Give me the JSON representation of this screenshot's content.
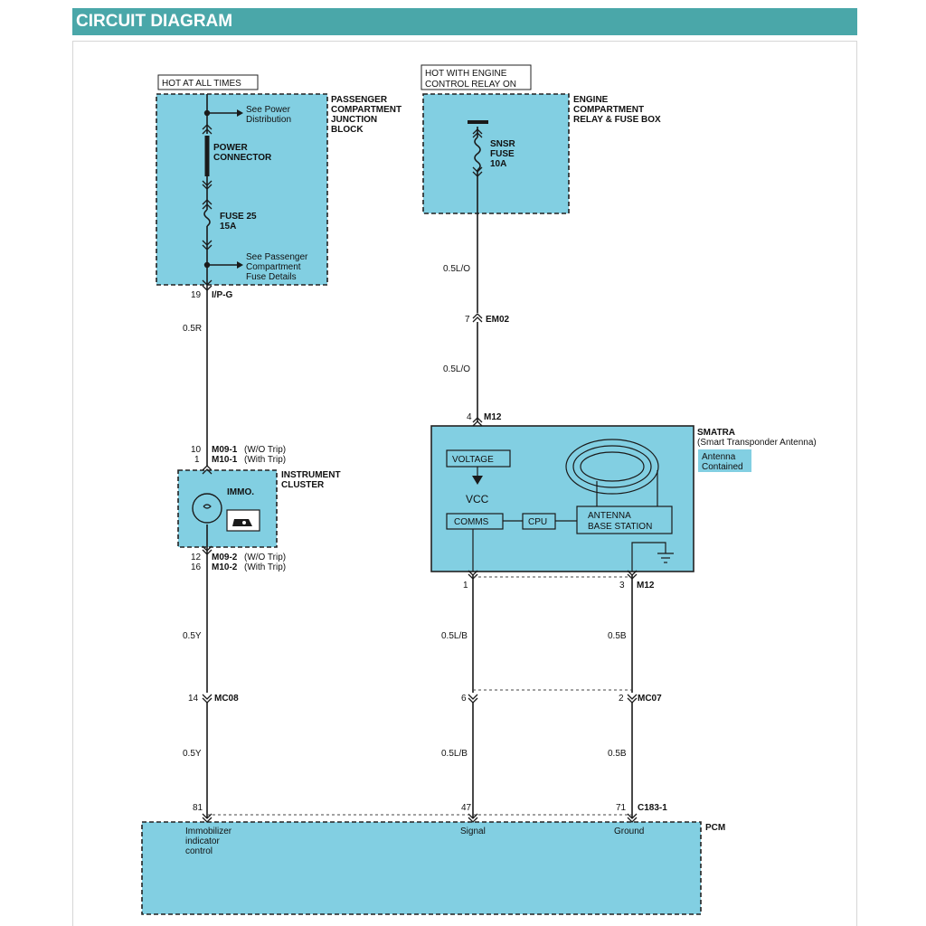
{
  "header": {
    "title": "CIRCUIT DIAGRAM"
  },
  "power": {
    "hot_at_all_times": "HOT AT ALL TIMES",
    "hot_engine_1": "HOT WITH ENGINE",
    "hot_engine_2": "CONTROL RELAY ON"
  },
  "pcjb": {
    "title": [
      "PASSENGER",
      "COMPARTMENT",
      "JUNCTION",
      "BLOCK"
    ],
    "see_power": [
      "See Power",
      "Distribution"
    ],
    "power_connector": [
      "POWER",
      "CONNECTOR"
    ],
    "fuse": [
      "FUSE 25",
      "15A"
    ],
    "see_fuse": [
      "See Passenger",
      "Compartment",
      "Fuse Details"
    ]
  },
  "ecrfb": {
    "title": [
      "ENGINE",
      "COMPARTMENT",
      "RELAY & FUSE BOX"
    ],
    "fuse": [
      "SNSR",
      "FUSE",
      "10A"
    ]
  },
  "connectors": {
    "ipg_pin": "19",
    "ipg": "I/P-G",
    "em02_pin": "7",
    "em02": "EM02",
    "m12_top_pin": "4",
    "m12_top": "M12",
    "m09_1_pin": "10",
    "m09_1": "M09-1",
    "m09_1_note": "(W/O Trip)",
    "m10_1_pin": "1",
    "m10_1": "M10-1",
    "m10_1_note": "(With Trip)",
    "m09_2_pin": "12",
    "m09_2": "M09-2",
    "m09_2_note": "(W/O Trip)",
    "m10_2_pin": "16",
    "m10_2": "M10-2",
    "m10_2_note": "(With Trip)",
    "m12_bot_pin1": "1",
    "m12_bot_pin3": "3",
    "m12_bot": "M12",
    "mc08_pin": "14",
    "mc08": "MC08",
    "mc07_pin6": "6",
    "mc07_pin2": "2",
    "mc07": "MC07",
    "c183_pin81": "81",
    "c183_pin47": "47",
    "c183_pin71": "71",
    "c183": "C183-1"
  },
  "wires": {
    "w_05r": "0.5R",
    "w_05lo_a": "0.5L/O",
    "w_05lo_b": "0.5L/O",
    "w_05y_a": "0.5Y",
    "w_05y_b": "0.5Y",
    "w_05lb_a": "0.5L/B",
    "w_05lb_b": "0.5L/B",
    "w_05b_a": "0.5B",
    "w_05b_b": "0.5B"
  },
  "cluster": {
    "title": [
      "INSTRUMENT",
      "CLUSTER"
    ],
    "immo": "IMMO."
  },
  "smatra": {
    "title": "SMATRA",
    "subtitle": "(Smart Transponder Antenna)",
    "antenna": [
      "Antenna",
      "Contained"
    ],
    "voltage": "VOLTAGE",
    "vcc": "VCC",
    "comms": "COMMS",
    "cpu": "CPU",
    "base_station": [
      "ANTENNA",
      "BASE STATION"
    ]
  },
  "pcm": {
    "title": "PCM",
    "immo_ctrl": [
      "Immobilizer",
      "indicator",
      "control"
    ],
    "signal": "Signal",
    "ground": "Ground"
  },
  "colors": {
    "header": "#4aa7a9",
    "box_fill": "#82cfe2",
    "wire": "#1a1a1a"
  }
}
